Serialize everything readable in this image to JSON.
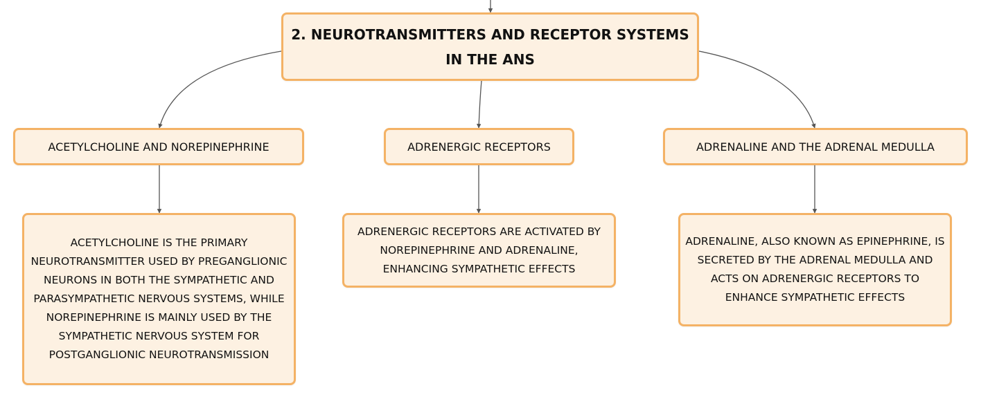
{
  "root": {
    "title": "2. NEUROTRANSMITTERS AND RECEPTOR SYSTEMS IN THE ANS"
  },
  "branches": [
    {
      "label": "ACETYLCHOLINE AND NOREPINEPHRINE",
      "detail": "ACETYLCHOLINE IS THE PRIMARY NEUROTRANSMITTER USED BY PREGANGLIONIC NEURONS IN BOTH THE SYMPATHETIC AND PARASYMPATHETIC NERVOUS SYSTEMS, WHILE NOREPINEPHRINE IS MAINLY USED BY THE SYMPATHETIC NERVOUS SYSTEM FOR POSTGANGLIONIC NEUROTRANSMISSION"
    },
    {
      "label": "ADRENERGIC RECEPTORS",
      "detail": "ADRENERGIC RECEPTORS ARE ACTIVATED BY NOREPINEPHRINE AND ADRENALINE, ENHANCING SYMPATHETIC EFFECTS"
    },
    {
      "label": "ADRENALINE AND THE ADRENAL MEDULLA",
      "detail": "ADRENALINE, ALSO KNOWN AS EPINEPHRINE, IS SECRETED BY THE ADRENAL MEDULLA AND ACTS ON ADRENERGIC RECEPTORS TO ENHANCE SYMPATHETIC EFFECTS"
    }
  ],
  "colors": {
    "node_fill": "#fdf1e2",
    "node_border": "#f4b265",
    "connector": "#555555"
  }
}
